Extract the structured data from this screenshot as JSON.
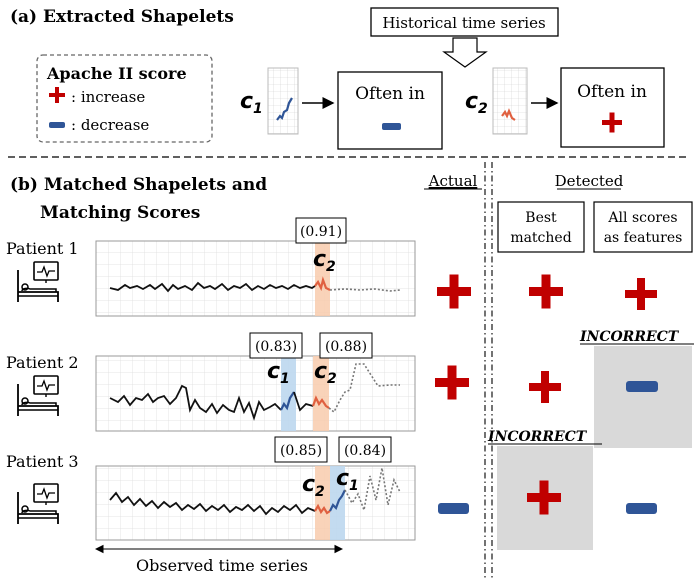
{
  "section_a": {
    "title": "(a) Extracted Shapelets",
    "legend": {
      "title": "Apache II score",
      "increase_label": ": increase",
      "decrease_label": ": decrease"
    },
    "historical_label": "Historical time series",
    "shapelets": [
      {
        "name_main": "c",
        "name_sub": "1",
        "box_label": "Often in",
        "outcome": "decrease"
      },
      {
        "name_main": "c",
        "name_sub": "2",
        "box_label": "Often in",
        "outcome": "increase"
      }
    ]
  },
  "section_b": {
    "title_line1": "(b) Matched Shapelets and",
    "title_line2": "Matching Scores",
    "actual_header": "Actual",
    "detected_header": "Detected",
    "col_best_line1": "Best",
    "col_best_line2": "matched",
    "col_all_line1": "All scores",
    "col_all_line2": "as features",
    "incorrect_label": "INCORRECT",
    "observed_label": "Observed time series",
    "patients": [
      {
        "label": "Patient 1",
        "matches": [
          {
            "shapelet_main": "c",
            "shapelet_sub": "2",
            "score": "(0.91)"
          }
        ],
        "actual": "increase",
        "best_matched": "increase",
        "all_scores": "increase",
        "incorrect_best": false,
        "incorrect_all": false
      },
      {
        "label": "Patient 2",
        "matches": [
          {
            "shapelet_main": "c",
            "shapelet_sub": "1",
            "score": "(0.83)"
          },
          {
            "shapelet_main": "c",
            "shapelet_sub": "2",
            "score": "(0.88)"
          }
        ],
        "actual": "increase",
        "best_matched": "increase",
        "all_scores": "decrease",
        "incorrect_best": false,
        "incorrect_all": true
      },
      {
        "label": "Patient 3",
        "matches": [
          {
            "shapelet_main": "c",
            "shapelet_sub": "2",
            "score": "(0.85)"
          },
          {
            "shapelet_main": "c",
            "shapelet_sub": "1",
            "score": "(0.84)"
          }
        ],
        "actual": "decrease",
        "best_matched": "increase",
        "all_scores": "decrease",
        "incorrect_best": true,
        "incorrect_all": false
      }
    ]
  },
  "colors": {
    "increase": "#c00000",
    "decrease": "#2f5597",
    "shapelet_c1_line": "#2f5597",
    "shapelet_c2_line": "#e06040",
    "highlight_c1": "#bdd7ee",
    "highlight_c2": "#f8cbad",
    "incorrect_bg": "#d9d9d9"
  }
}
